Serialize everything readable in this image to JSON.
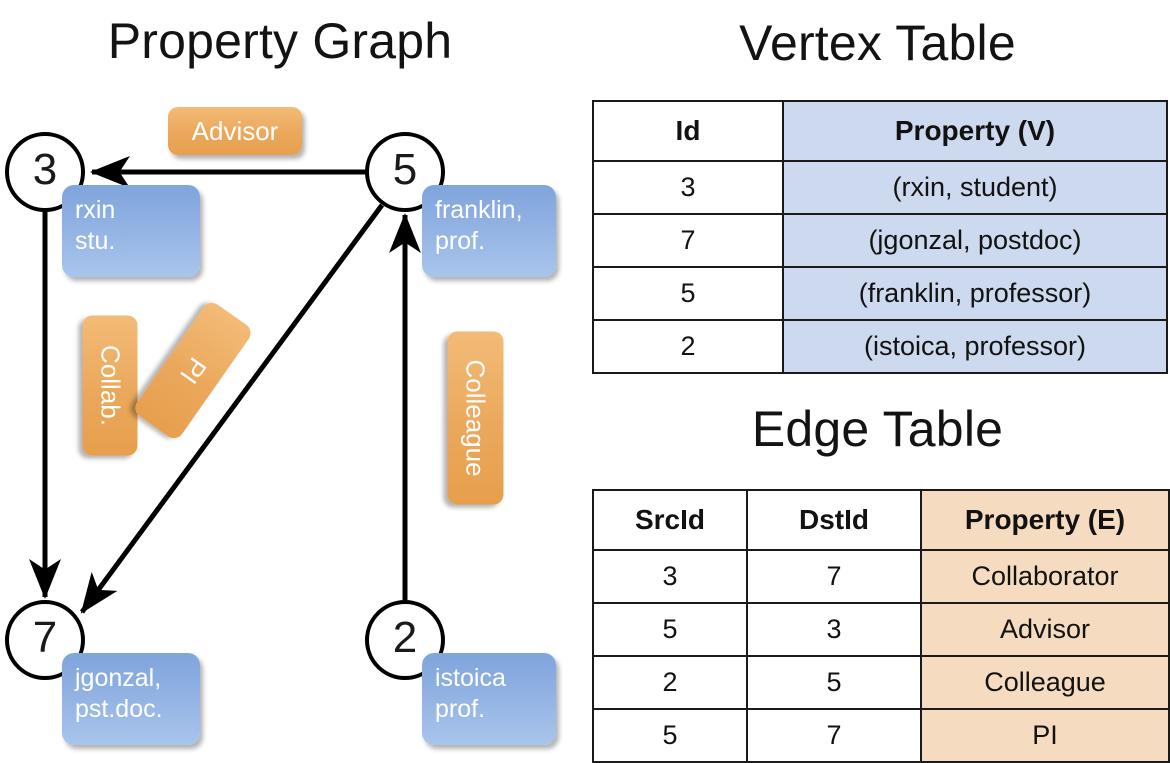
{
  "graph": {
    "title": "Property Graph",
    "nodes": [
      {
        "id": "3",
        "property_line1": "rxin",
        "property_line2": "stu."
      },
      {
        "id": "5",
        "property_line1": "franklin,",
        "property_line2": "prof."
      },
      {
        "id": "7",
        "property_line1": "jgonzal,",
        "property_line2": "pst.doc."
      },
      {
        "id": "2",
        "property_line1": "istoica",
        "property_line2": "prof."
      }
    ],
    "edge_labels": [
      {
        "name": "advisor-label",
        "text": "Advisor"
      },
      {
        "name": "collab-label",
        "text": "Collab."
      },
      {
        "name": "pi-label",
        "text": "PI"
      },
      {
        "name": "colleague-label",
        "text": "Colleague"
      }
    ]
  },
  "vertex_table": {
    "title": "Vertex Table",
    "columns": [
      "Id",
      "Property (V)"
    ],
    "rows": [
      [
        "3",
        "(rxin, student)"
      ],
      [
        "7",
        "(jgonzal, postdoc)"
      ],
      [
        "5",
        "(franklin, professor)"
      ],
      [
        "2",
        "(istoica, professor)"
      ]
    ]
  },
  "edge_table": {
    "title": "Edge Table",
    "columns": [
      "SrcId",
      "DstId",
      "Property (E)"
    ],
    "rows": [
      [
        "3",
        "7",
        "Collaborator"
      ],
      [
        "5",
        "3",
        "Advisor"
      ],
      [
        "2",
        "5",
        "Colleague"
      ],
      [
        "5",
        "7",
        "PI"
      ]
    ]
  },
  "colors": {
    "vertex_property_fill": "#ccd9ee",
    "edge_property_fill": "#f5dcc0",
    "node_property_box": "#8fb0e2",
    "edge_label_box": "#eba85c",
    "stroke": "#000000"
  }
}
